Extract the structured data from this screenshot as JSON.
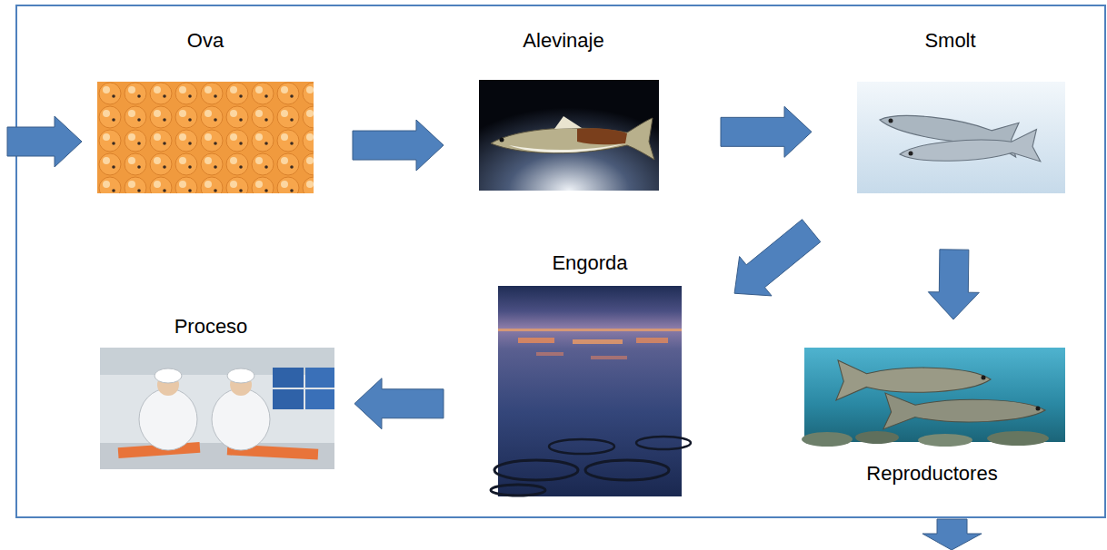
{
  "diagram": {
    "nodes": [
      {
        "text": [
          "Ova"
        ]
      },
      {
        "text": [
          "Alevinaje"
        ]
      },
      {
        "text": [
          "Smolt"
        ]
      },
      {
        "text": [
          "Engorda"
        ]
      },
      {
        "text": [
          "Proceso"
        ]
      },
      {
        "text": [
          "Reproductores"
        ]
      }
    ],
    "edges": [
      {
        "from": 0,
        "to": 1,
        "arrow": "to"
      },
      {
        "from": 1,
        "to": 2,
        "arrow": "to"
      },
      {
        "from": 2,
        "to": 3,
        "arrow": "to"
      },
      {
        "from": 2,
        "to": 5,
        "arrow": "to"
      },
      {
        "from": 3,
        "to": 4,
        "arrow": "to"
      }
    ]
  }
}
